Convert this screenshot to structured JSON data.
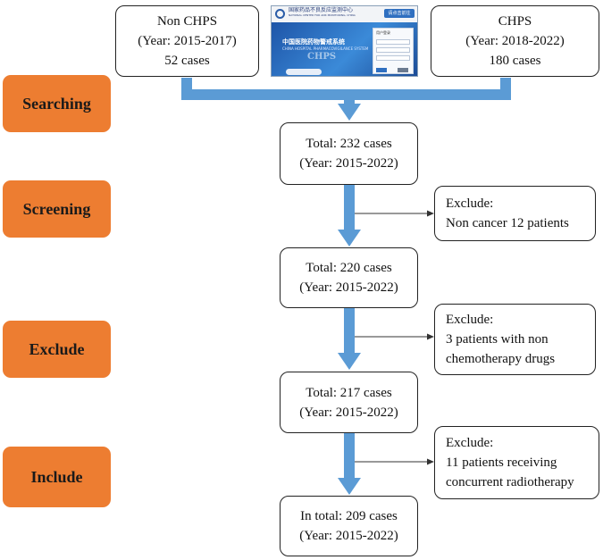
{
  "sources": {
    "left": {
      "line1": "Non CHPS",
      "line2": "(Year: 2015-2017)",
      "line3": "52 cases"
    },
    "right": {
      "line1": "CHPS",
      "line2": "(Year: 2018-2022)",
      "line3": "180 cases"
    },
    "system_image": {
      "header_cn": "国家药品不良反应监测中心",
      "header_en": "NATIONAL CENTER FOR ADR MONITORING, CHINA",
      "header_button": "请点击前往",
      "banner_title": "中国医院药物警戒系统",
      "banner_sub": "CHINA HOSPITAL PHARMACOVIGILANCE SYSTEM",
      "banner_word": "CHPS",
      "login_title": "用户登录"
    }
  },
  "stages": {
    "searching": "Searching",
    "screening": "Screening",
    "exclude": "Exclude",
    "include": "Include"
  },
  "totals": [
    {
      "line1": "Total: 232 cases",
      "line2": "(Year: 2015-2022)"
    },
    {
      "line1": "Total: 220 cases",
      "line2": "(Year: 2015-2022)"
    },
    {
      "line1": "Total: 217 cases",
      "line2": "(Year: 2015-2022)"
    },
    {
      "line1": "In total: 209 cases",
      "line2": "(Year: 2015-2022)"
    }
  ],
  "exclusions": [
    {
      "line1": "Exclude:",
      "line2": "Non cancer 12 patients"
    },
    {
      "line1": "Exclude:",
      "line2": "3 patients with non",
      "line3": "chemotherapy drugs"
    },
    {
      "line1": "Exclude:",
      "line2": "11 patients receiving",
      "line3": "concurrent radiotherapy"
    }
  ],
  "colors": {
    "stage_fill": "#ED7D31",
    "flow_arrow": "#5B9BD5",
    "box_border": "#222222"
  }
}
